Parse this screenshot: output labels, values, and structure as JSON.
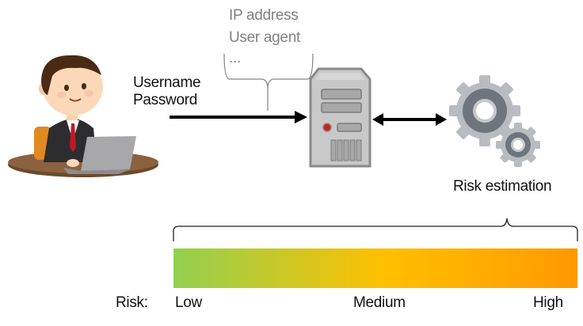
{
  "credentials": {
    "line1": "Username",
    "line2": "Password"
  },
  "metadata": {
    "line1": "IP address",
    "line2": "User agent",
    "line3": "..."
  },
  "risk_engine": {
    "label": "Risk estimation"
  },
  "risk_scale": {
    "prefix": "Risk:",
    "levels": [
      "Low",
      "Medium",
      "High"
    ],
    "gradient": [
      "#92d050",
      "#ffc000",
      "#ff9900"
    ]
  },
  "colors": {
    "arrow": "#000000",
    "server_body": "#c8c8c8",
    "server_led": "#d0201a",
    "gear": "#8a8f96"
  }
}
